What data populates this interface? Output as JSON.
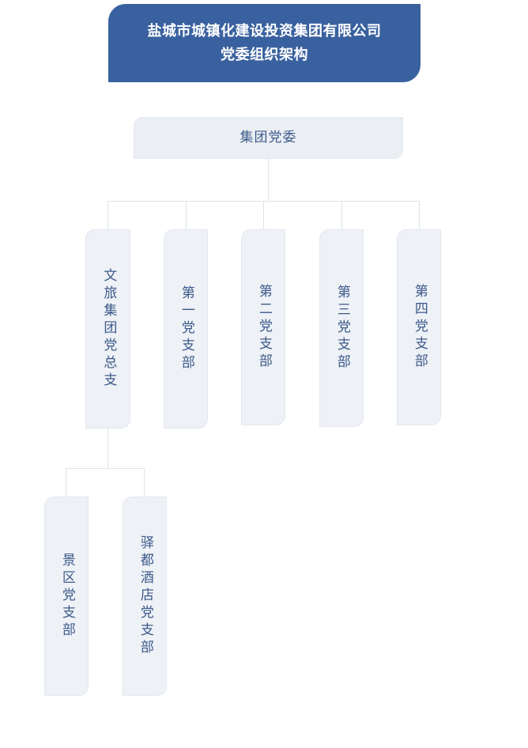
{
  "title": {
    "line1": "盐城市城镇化建设投资集团有限公司",
    "line2": "党委组织架构",
    "background_color": "#3A619F",
    "text_color": "#FFFFFF"
  },
  "theme": {
    "node_fill": "#EEF1F6",
    "node_border": "#E4E8EE",
    "node_text": "#3D5A8A",
    "connector": "#DFE3E9",
    "page_background": "#FFFFFF"
  },
  "org_chart": {
    "root": {
      "label": "集团党委"
    },
    "level2": [
      {
        "label": "文旅集团党总支"
      },
      {
        "label": "第一党支部"
      },
      {
        "label": "第二党支部"
      },
      {
        "label": "第三党支部"
      },
      {
        "label": "第四党支部"
      }
    ],
    "level3": [
      {
        "label": "景区党支部",
        "parent": "文旅集团党总支"
      },
      {
        "label": "驿都酒店党支部",
        "parent": "文旅集团党总支"
      }
    ]
  }
}
